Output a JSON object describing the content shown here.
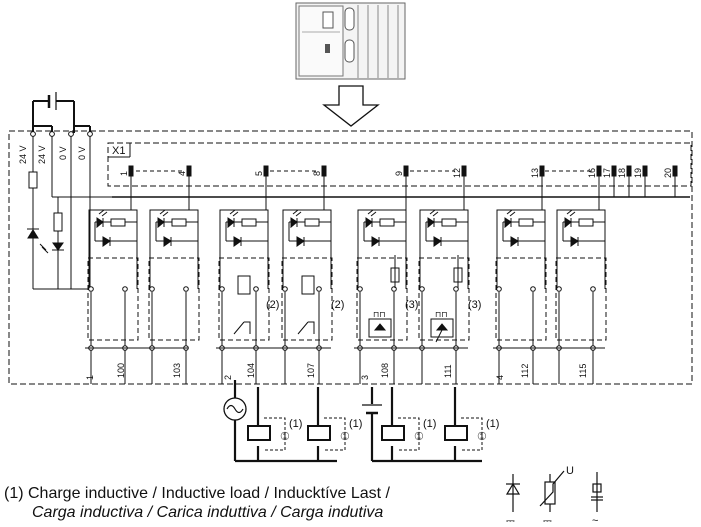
{
  "supply_labels": [
    "24 V",
    "24 V",
    "0 V",
    "0 V"
  ],
  "connector_label": "X1",
  "top_terminals": [
    "1",
    "4",
    "5",
    "8",
    "9",
    "12",
    "13",
    "16",
    "17",
    "18",
    "19",
    "20"
  ],
  "bottom_terminals": [
    "1",
    "100",
    "103",
    "2",
    "104",
    "107",
    "3",
    "108",
    "111",
    "4",
    "112",
    "115"
  ],
  "callouts": {
    "c2": "(2)",
    "c3": "(3)",
    "c1": "(1)"
  },
  "transistor_marks": [
    "⊓⊓",
    "⊓⊓"
  ],
  "protection_marker": "①",
  "varistor_label": "U",
  "current_symbols": [
    "⎓",
    "⎓",
    "~"
  ],
  "footnote": {
    "line1": "(1) Charge inductive / Inductive load / Inducktíve Last /",
    "line2": "Carga inductiva / Carica induttiva / Carga indutiva"
  }
}
